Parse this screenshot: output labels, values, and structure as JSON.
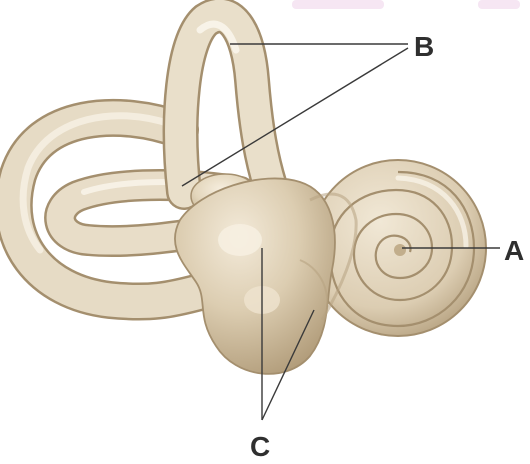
{
  "diagram": {
    "labels": [
      {
        "id": "A",
        "text": "A"
      },
      {
        "id": "B",
        "text": "B"
      },
      {
        "id": "C",
        "text": "C"
      }
    ]
  },
  "colors": {
    "bone_light": "#efe5d2",
    "bone_mid": "#ddcfb4",
    "bone_dark": "#b7a382",
    "outline": "#a48f6e",
    "highlight": "#fbf6ec",
    "line": "#3a3a3a",
    "text": "#2f2f2f",
    "accent_pink": "#f6e6f3"
  }
}
